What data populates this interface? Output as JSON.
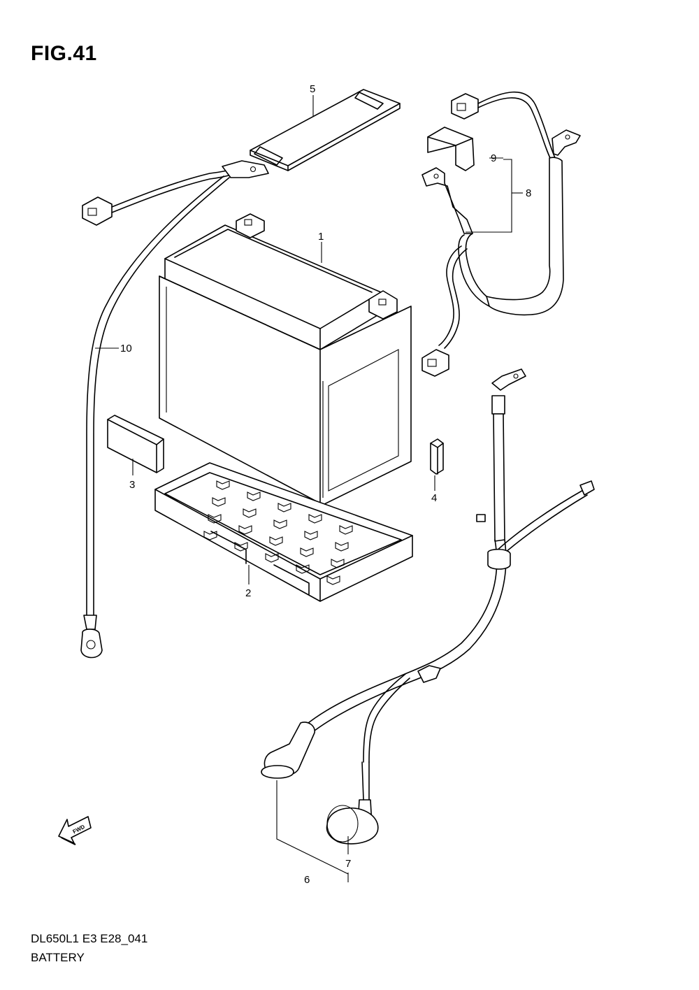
{
  "figure": {
    "title": "FIG.41",
    "model_code": "DL650L1 E3 E28_041",
    "name": "BATTERY"
  },
  "callouts": [
    "1",
    "2",
    "3",
    "4",
    "5",
    "6",
    "7",
    "8",
    "9",
    "10"
  ],
  "fwd_label": "FWD"
}
